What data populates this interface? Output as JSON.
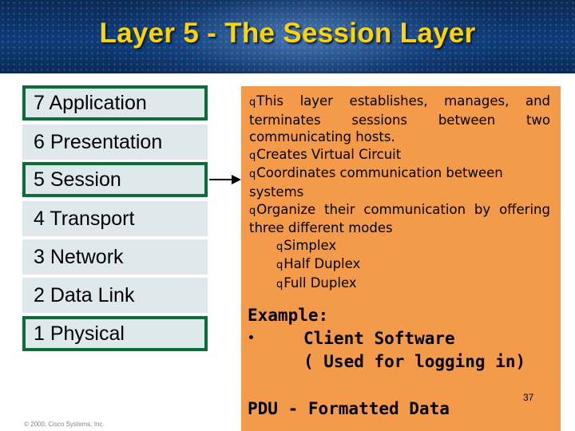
{
  "title": "Layer 5 - The Session Layer",
  "layers": [
    {
      "label": "7  Application",
      "boxed": true
    },
    {
      "label": "6  Presentation",
      "boxed": false
    },
    {
      "label": "5  Session",
      "boxed": true
    },
    {
      "label": "4  Transport",
      "boxed": false
    },
    {
      "label": "3  Network",
      "boxed": false
    },
    {
      "label": "2  Data Link",
      "boxed": false
    },
    {
      "label": "1  Physical",
      "boxed": true
    }
  ],
  "description": {
    "bullet_glyph": "q",
    "line1_words": [
      "This",
      "layer",
      "establishes,",
      "manages,",
      "and"
    ],
    "line2_words": [
      "terminates",
      "sessions",
      "between",
      "two"
    ],
    "line3": "communicating hosts.",
    "item2": "Creates Virtual Circuit",
    "item3": "Coordinates communication between systems",
    "line_org_words": [
      "Organize",
      "their",
      "communication",
      "by",
      "offering"
    ],
    "line_org2": "three different modes",
    "modes": [
      "Simplex",
      "Half Duplex",
      "Full Duplex"
    ]
  },
  "example": {
    "heading": "Example:",
    "bullet": "•",
    "item": "Client Software",
    "note": "( Used for logging in)"
  },
  "pdu": "PDU - Formatted Data",
  "page_number": "37",
  "copyright": "© 2000, Cisco Systems, Inc.",
  "colors": {
    "title": "#ffd400",
    "banner": "#0e3c78",
    "layer_box_border": "#0c6d3a",
    "layer_fill": "#dfe8ec",
    "panel": "#f39a4b"
  }
}
